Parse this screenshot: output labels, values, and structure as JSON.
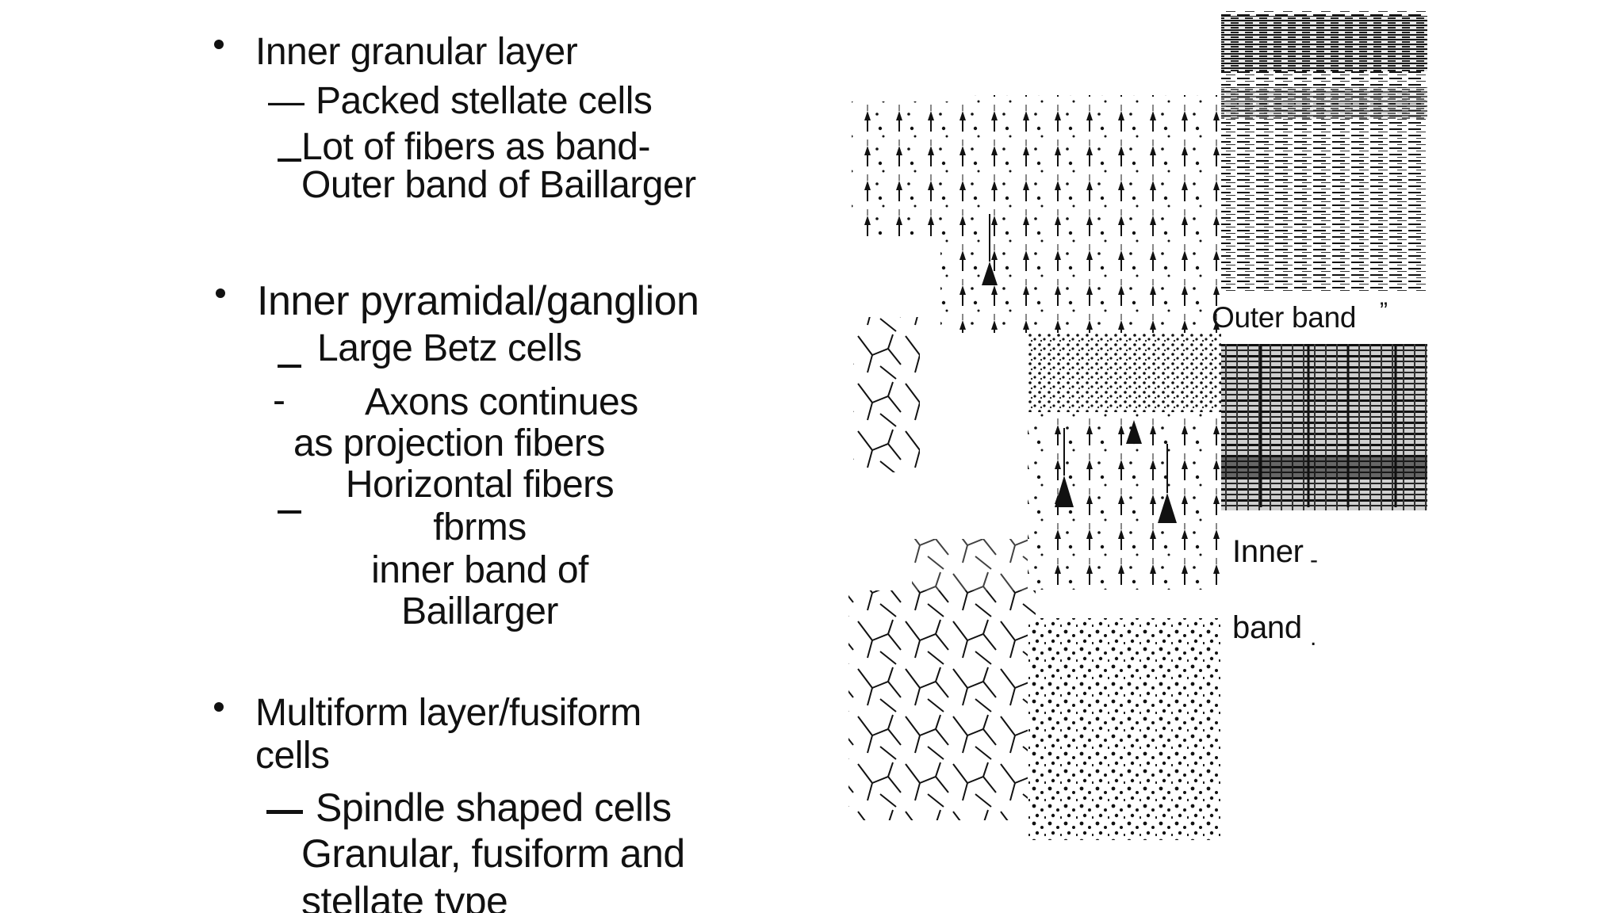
{
  "sections": [
    {
      "heading": "Inner granular layer",
      "items": [
        {
          "dash": "—",
          "text": "Packed stellate cells"
        },
        {
          "dash": "",
          "line1": "Lot of fibers as band-",
          "line2": "Outer band of Baillarger"
        }
      ]
    },
    {
      "heading": "Inner pyramidal/ganglion",
      "items": [
        {
          "dash": "",
          "text": "Large Betz cells"
        },
        {
          "dash": "-",
          "line1": "Axons continues",
          "line2": "as projection fibers"
        },
        {
          "dash": "",
          "line1": "Horizontal fibers",
          "line2": "fbrms",
          "line3": "inner band of",
          "line4": "Baillarger"
        }
      ]
    },
    {
      "heading_line1": "Multiform layer/fusiform",
      "heading_line2": "cells",
      "items": [
        {
          "dash": "",
          "text": "Spindle shaped cells"
        },
        {
          "line1": "Granular, fusiform and",
          "line2": "stellate type"
        }
      ]
    }
  ],
  "figure": {
    "label_outer": "Outer band",
    "label_outer_mark": "”",
    "label_inner_line1": "Inner",
    "label_inner_line2": "band",
    "label_inner_mark1": "-",
    "label_inner_mark2": "."
  }
}
